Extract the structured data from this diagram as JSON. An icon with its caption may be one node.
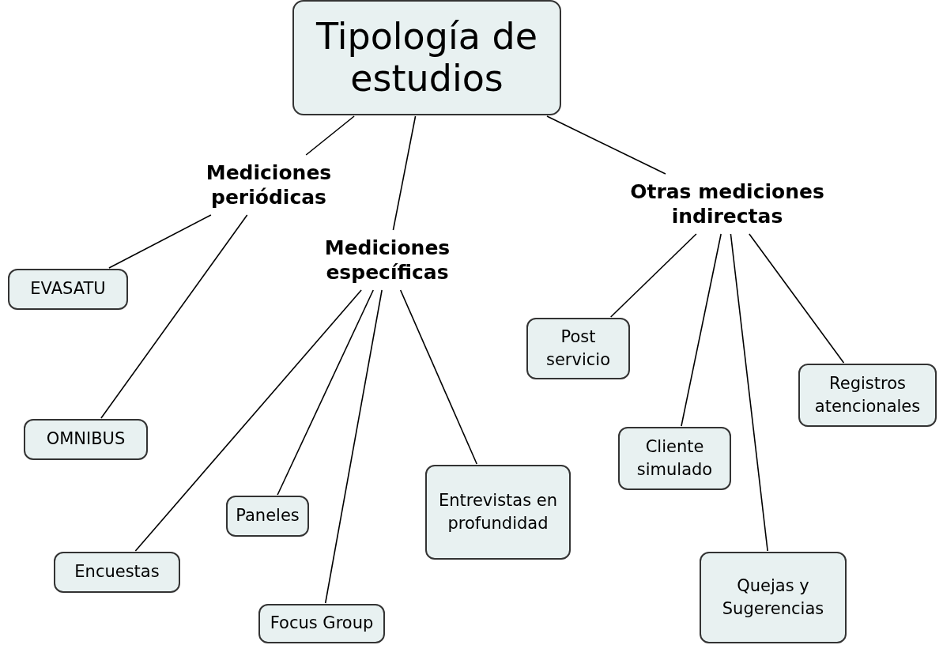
{
  "diagram": {
    "nodes": [
      {
        "text": [
          "Tipología de estudios"
        ]
      },
      {
        "text": [
          "Mediciones periódicas"
        ]
      },
      {
        "text": [
          "Mediciones específicas"
        ]
      },
      {
        "text": [
          "Otras mediciones indirectas"
        ]
      },
      {
        "text": [
          "EVASATU"
        ]
      },
      {
        "text": [
          "OMNIBUS"
        ]
      },
      {
        "text": [
          "Encuestas"
        ]
      },
      {
        "text": [
          "Paneles"
        ]
      },
      {
        "text": [
          "Focus Group"
        ]
      },
      {
        "text": [
          "Entrevistas en profundidad"
        ]
      },
      {
        "text": [
          "Post servicio"
        ]
      },
      {
        "text": [
          "Cliente simulado"
        ]
      },
      {
        "text": [
          "Quejas y Sugerencias"
        ]
      },
      {
        "text": [
          "Registros atencionales"
        ]
      }
    ],
    "edges": [
      {
        "from": 0,
        "to": 1,
        "arrow": "none"
      },
      {
        "from": 0,
        "to": 2,
        "arrow": "none"
      },
      {
        "from": 0,
        "to": 3,
        "arrow": "none"
      },
      {
        "from": 1,
        "to": 4,
        "arrow": "none"
      },
      {
        "from": 1,
        "to": 5,
        "arrow": "none"
      },
      {
        "from": 2,
        "to": 6,
        "arrow": "none"
      },
      {
        "from": 2,
        "to": 7,
        "arrow": "none"
      },
      {
        "from": 2,
        "to": 8,
        "arrow": "none"
      },
      {
        "from": 2,
        "to": 9,
        "arrow": "none"
      },
      {
        "from": 3,
        "to": 10,
        "arrow": "none"
      },
      {
        "from": 3,
        "to": 11,
        "arrow": "none"
      },
      {
        "from": 3,
        "to": 12,
        "arrow": "none"
      },
      {
        "from": 3,
        "to": 13,
        "arrow": "none"
      }
    ]
  }
}
